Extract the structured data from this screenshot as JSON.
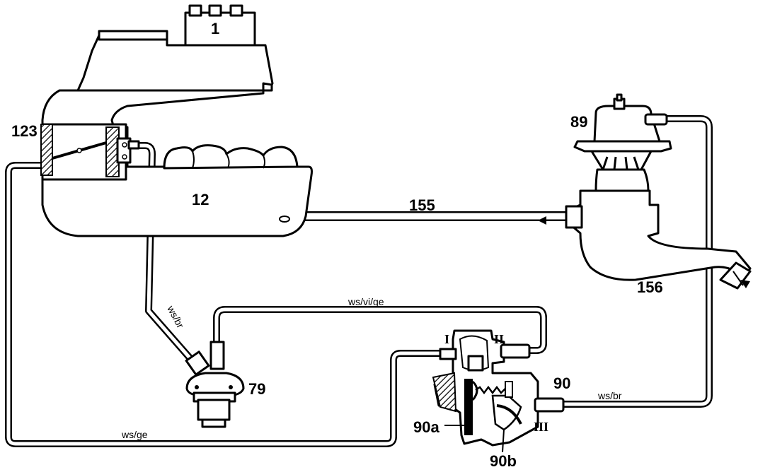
{
  "labels": {
    "l1": "1",
    "l123": "123",
    "l12": "12",
    "l89": "89",
    "l155": "155",
    "l156": "156",
    "l79": "79",
    "l90": "90",
    "l90a": "90a",
    "l90b": "90b"
  },
  "hose_colors": {
    "ws_br_left": "ws/br",
    "ws_vi_ge": "ws/vi/ge",
    "ws_br_right": "ws/br",
    "ws_ge": "ws/ge"
  },
  "ports": {
    "p1": "I",
    "p2": "II",
    "p3": "III"
  }
}
